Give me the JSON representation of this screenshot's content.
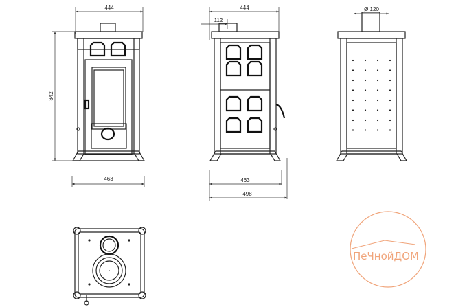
{
  "drawing": {
    "front_view": {
      "width_label": "444",
      "height_label": "842",
      "base_label": "463"
    },
    "side_view": {
      "width_label": "444",
      "flue_offset_label": "112",
      "base_label": "463",
      "depth_label": "498"
    },
    "back_view": {
      "flue_diameter_label": "Ø 120"
    },
    "top_view": {}
  },
  "logo": {
    "text": "ПеЧнойДОМ",
    "color": "#f0a47a"
  }
}
